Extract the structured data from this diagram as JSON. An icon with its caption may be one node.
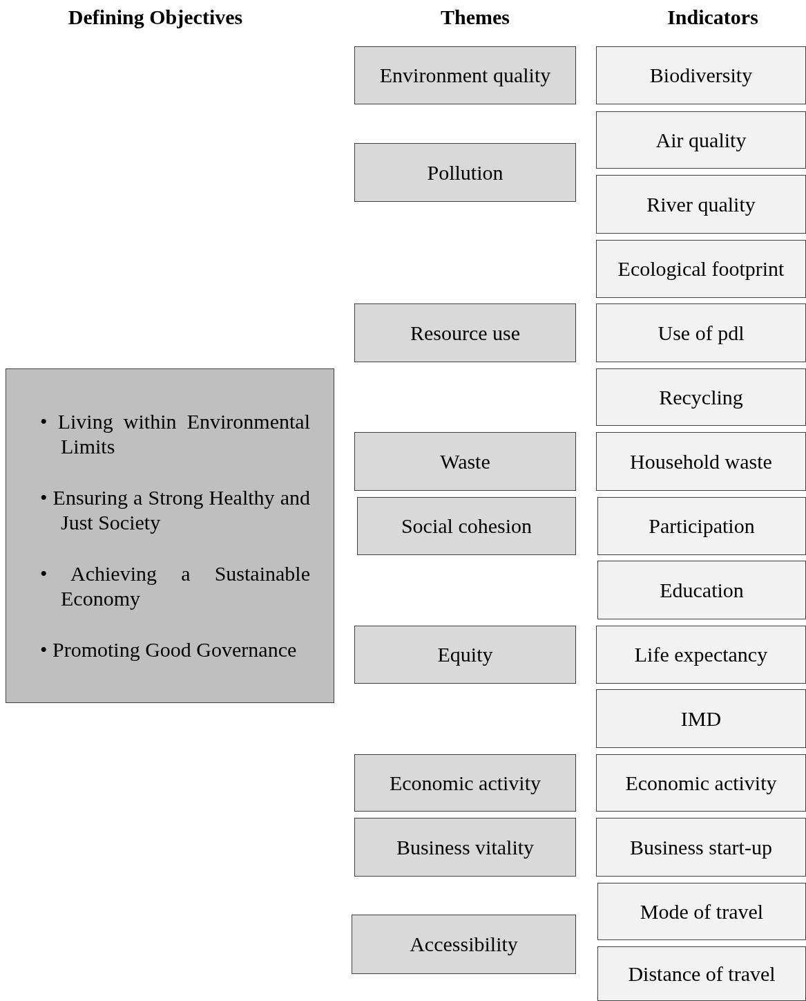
{
  "diagram": {
    "nodes": [
      {
        "text": [
          "• Living within Environmental Limits",
          "• Ensuring a Strong Healthy and Just Society",
          "• Achieving a Sustainable Economy",
          "• Promoting Good Governance"
        ]
      },
      {
        "text": [
          "Environment quality"
        ]
      },
      {
        "text": [
          "Pollution"
        ]
      },
      {
        "text": [
          "Resource use"
        ]
      },
      {
        "text": [
          "Waste"
        ]
      },
      {
        "text": [
          "Social cohesion"
        ]
      },
      {
        "text": [
          "Equity"
        ]
      },
      {
        "text": [
          "Economic activity"
        ]
      },
      {
        "text": [
          "Business vitality"
        ]
      },
      {
        "text": [
          "Accessibility"
        ]
      },
      {
        "text": [
          "Biodiversity"
        ]
      },
      {
        "text": [
          "Air quality"
        ]
      },
      {
        "text": [
          "River quality"
        ]
      },
      {
        "text": [
          "Ecological footprint"
        ]
      },
      {
        "text": [
          "Use of pdl"
        ]
      },
      {
        "text": [
          "Recycling"
        ]
      },
      {
        "text": [
          "Household waste"
        ]
      },
      {
        "text": [
          "Participation"
        ]
      },
      {
        "text": [
          "Education"
        ]
      },
      {
        "text": [
          "Life expectancy"
        ]
      },
      {
        "text": [
          "IMD"
        ]
      },
      {
        "text": [
          "Economic activity"
        ]
      },
      {
        "text": [
          "Business start-up"
        ]
      },
      {
        "text": [
          "Mode of travel"
        ]
      },
      {
        "text": [
          "Distance of travel"
        ]
      }
    ],
    "labels": [
      "Defining Objectives",
      "Themes",
      "Indicators"
    ]
  }
}
